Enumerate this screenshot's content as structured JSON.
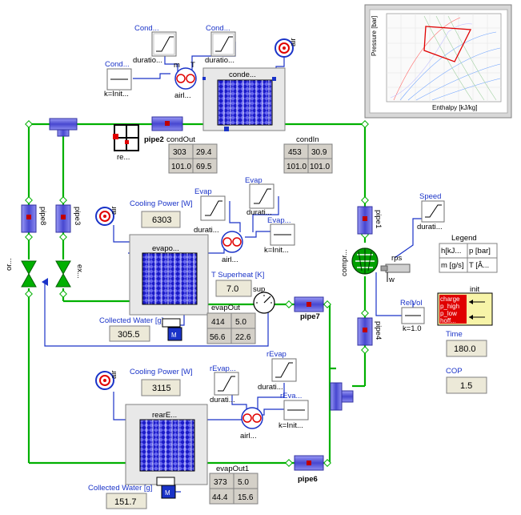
{
  "components": {
    "cond_a": "Cond...",
    "cond_b": "Cond...",
    "cond_c": "Cond...",
    "duration_a": "duratio...",
    "duration_b": "duratio...",
    "k_init_cond": "k=Init...",
    "air_top": "air",
    "m_label": "m",
    "t_label": "T",
    "airl_top": "airl...",
    "condenser": "conde...",
    "re_label": "re...",
    "pipe2_label": "pipe2",
    "condOut_label": "condOut",
    "condIn_label": "condIn",
    "pipe8": "pipe8",
    "pipe3": "pipe3",
    "or_label": "or...",
    "ex_label": "ex...",
    "air_mid": "air",
    "cooling_power_a": "Cooling Power [W]",
    "evap_a": "Evap",
    "evap_b": "Evap",
    "evap_c": "Evap...",
    "durati_a": "durati...",
    "durati_b": "durati...",
    "k_init_evap": "k=Init...",
    "airl_mid": "airl...",
    "evaporator": "evapo...",
    "superheat_label": "T Superheat [K]",
    "sup_label": "sup",
    "evapOut_label": "evapOut",
    "pipe7": "pipe7",
    "collected_water_a": "Collected Water [g]",
    "pipe1": "pipe1",
    "speed_label": "Speed",
    "durati_speed": "durati...",
    "compressor": "compr...",
    "rps_label": "rps",
    "w_label": "w",
    "relvol_label": "RelVol",
    "k_one": "k=1.0",
    "pipe4": "pipe4",
    "legend_title": "Legend",
    "legend_h": "h[kJ...",
    "legend_p": "p [bar]",
    "legend_m": "m [g/s]",
    "legend_t": "T [Â...",
    "init_label": "init",
    "init_lines": [
      "charge",
      "p_high",
      "p_low",
      "hoff..."
    ],
    "time_label": "Time",
    "cop_label": "COP",
    "air_low": "air",
    "cooling_power_b": "Cooling Power [W]",
    "rEvap_a": "rEvap...",
    "rEvap_b": "rEvap",
    "rEva_c": "rEva...",
    "durati_c": "durati...",
    "durati_d": "durati...",
    "k_init_rear": "k=Init...",
    "airl_low": "airl...",
    "rear_evap": "rearE...",
    "evapOut1_label": "evapOut1",
    "pipe6": "pipe6",
    "collected_water_b": "Collected Water [g]",
    "m_small_a": "M",
    "m_small_b": "M"
  },
  "values": {
    "cooling_power_a": "6303",
    "superheat": "7.0",
    "collected_water_a": "305.5",
    "cooling_power_b": "3115",
    "collected_water_b": "151.7",
    "time": "180.0",
    "cop": "1.5"
  },
  "tables": {
    "condOut": [
      "303",
      "29.4",
      "101.0",
      "69.5"
    ],
    "condIn": [
      "453",
      "30.9",
      "101.0",
      "101.0"
    ],
    "evapOut": [
      "414",
      "5.0",
      "56.6",
      "22.6"
    ],
    "evapOut1": [
      "373",
      "5.0",
      "44.4",
      "15.6"
    ]
  },
  "colors": {
    "refrigerant_line": "#00b000",
    "signal_line": "#1a33c8",
    "pipe_fill": "#5f5fe0",
    "hx_fill": "#1a1ac8",
    "init_fill": "#e00000",
    "legend_fill": "#f7f4a8"
  }
}
